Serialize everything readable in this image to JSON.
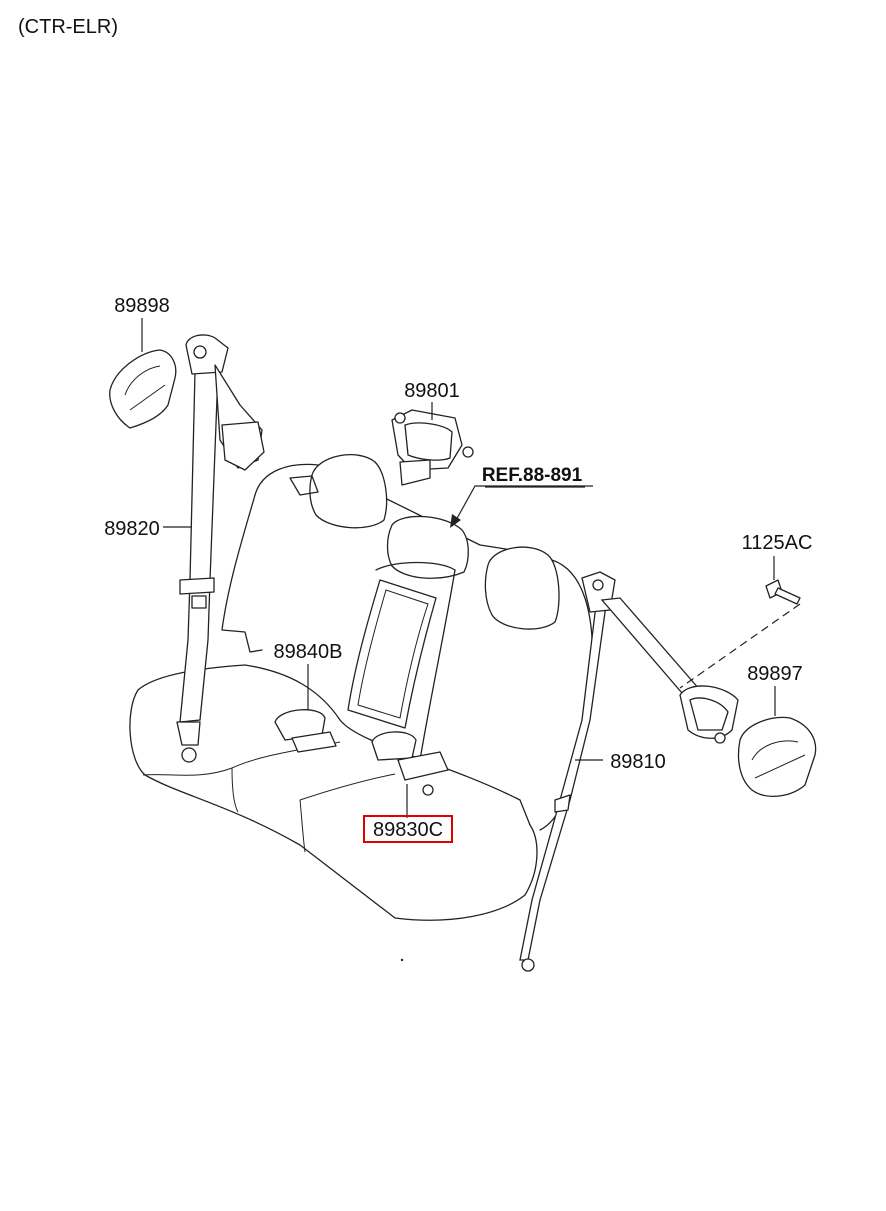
{
  "header": {
    "variant_label": "(CTR-ELR)"
  },
  "diagram": {
    "ref_label": "REF.88-891",
    "highlight_color": "#e00000",
    "parts": [
      {
        "id": "89898",
        "label": "89898"
      },
      {
        "id": "89801",
        "label": "89801"
      },
      {
        "id": "89820",
        "label": "89820"
      },
      {
        "id": "1125AC",
        "label": "1125AC"
      },
      {
        "id": "89840B",
        "label": "89840B"
      },
      {
        "id": "89897",
        "label": "89897"
      },
      {
        "id": "89810",
        "label": "89810"
      },
      {
        "id": "89830C",
        "label": "89830C",
        "highlighted": true
      }
    ]
  }
}
